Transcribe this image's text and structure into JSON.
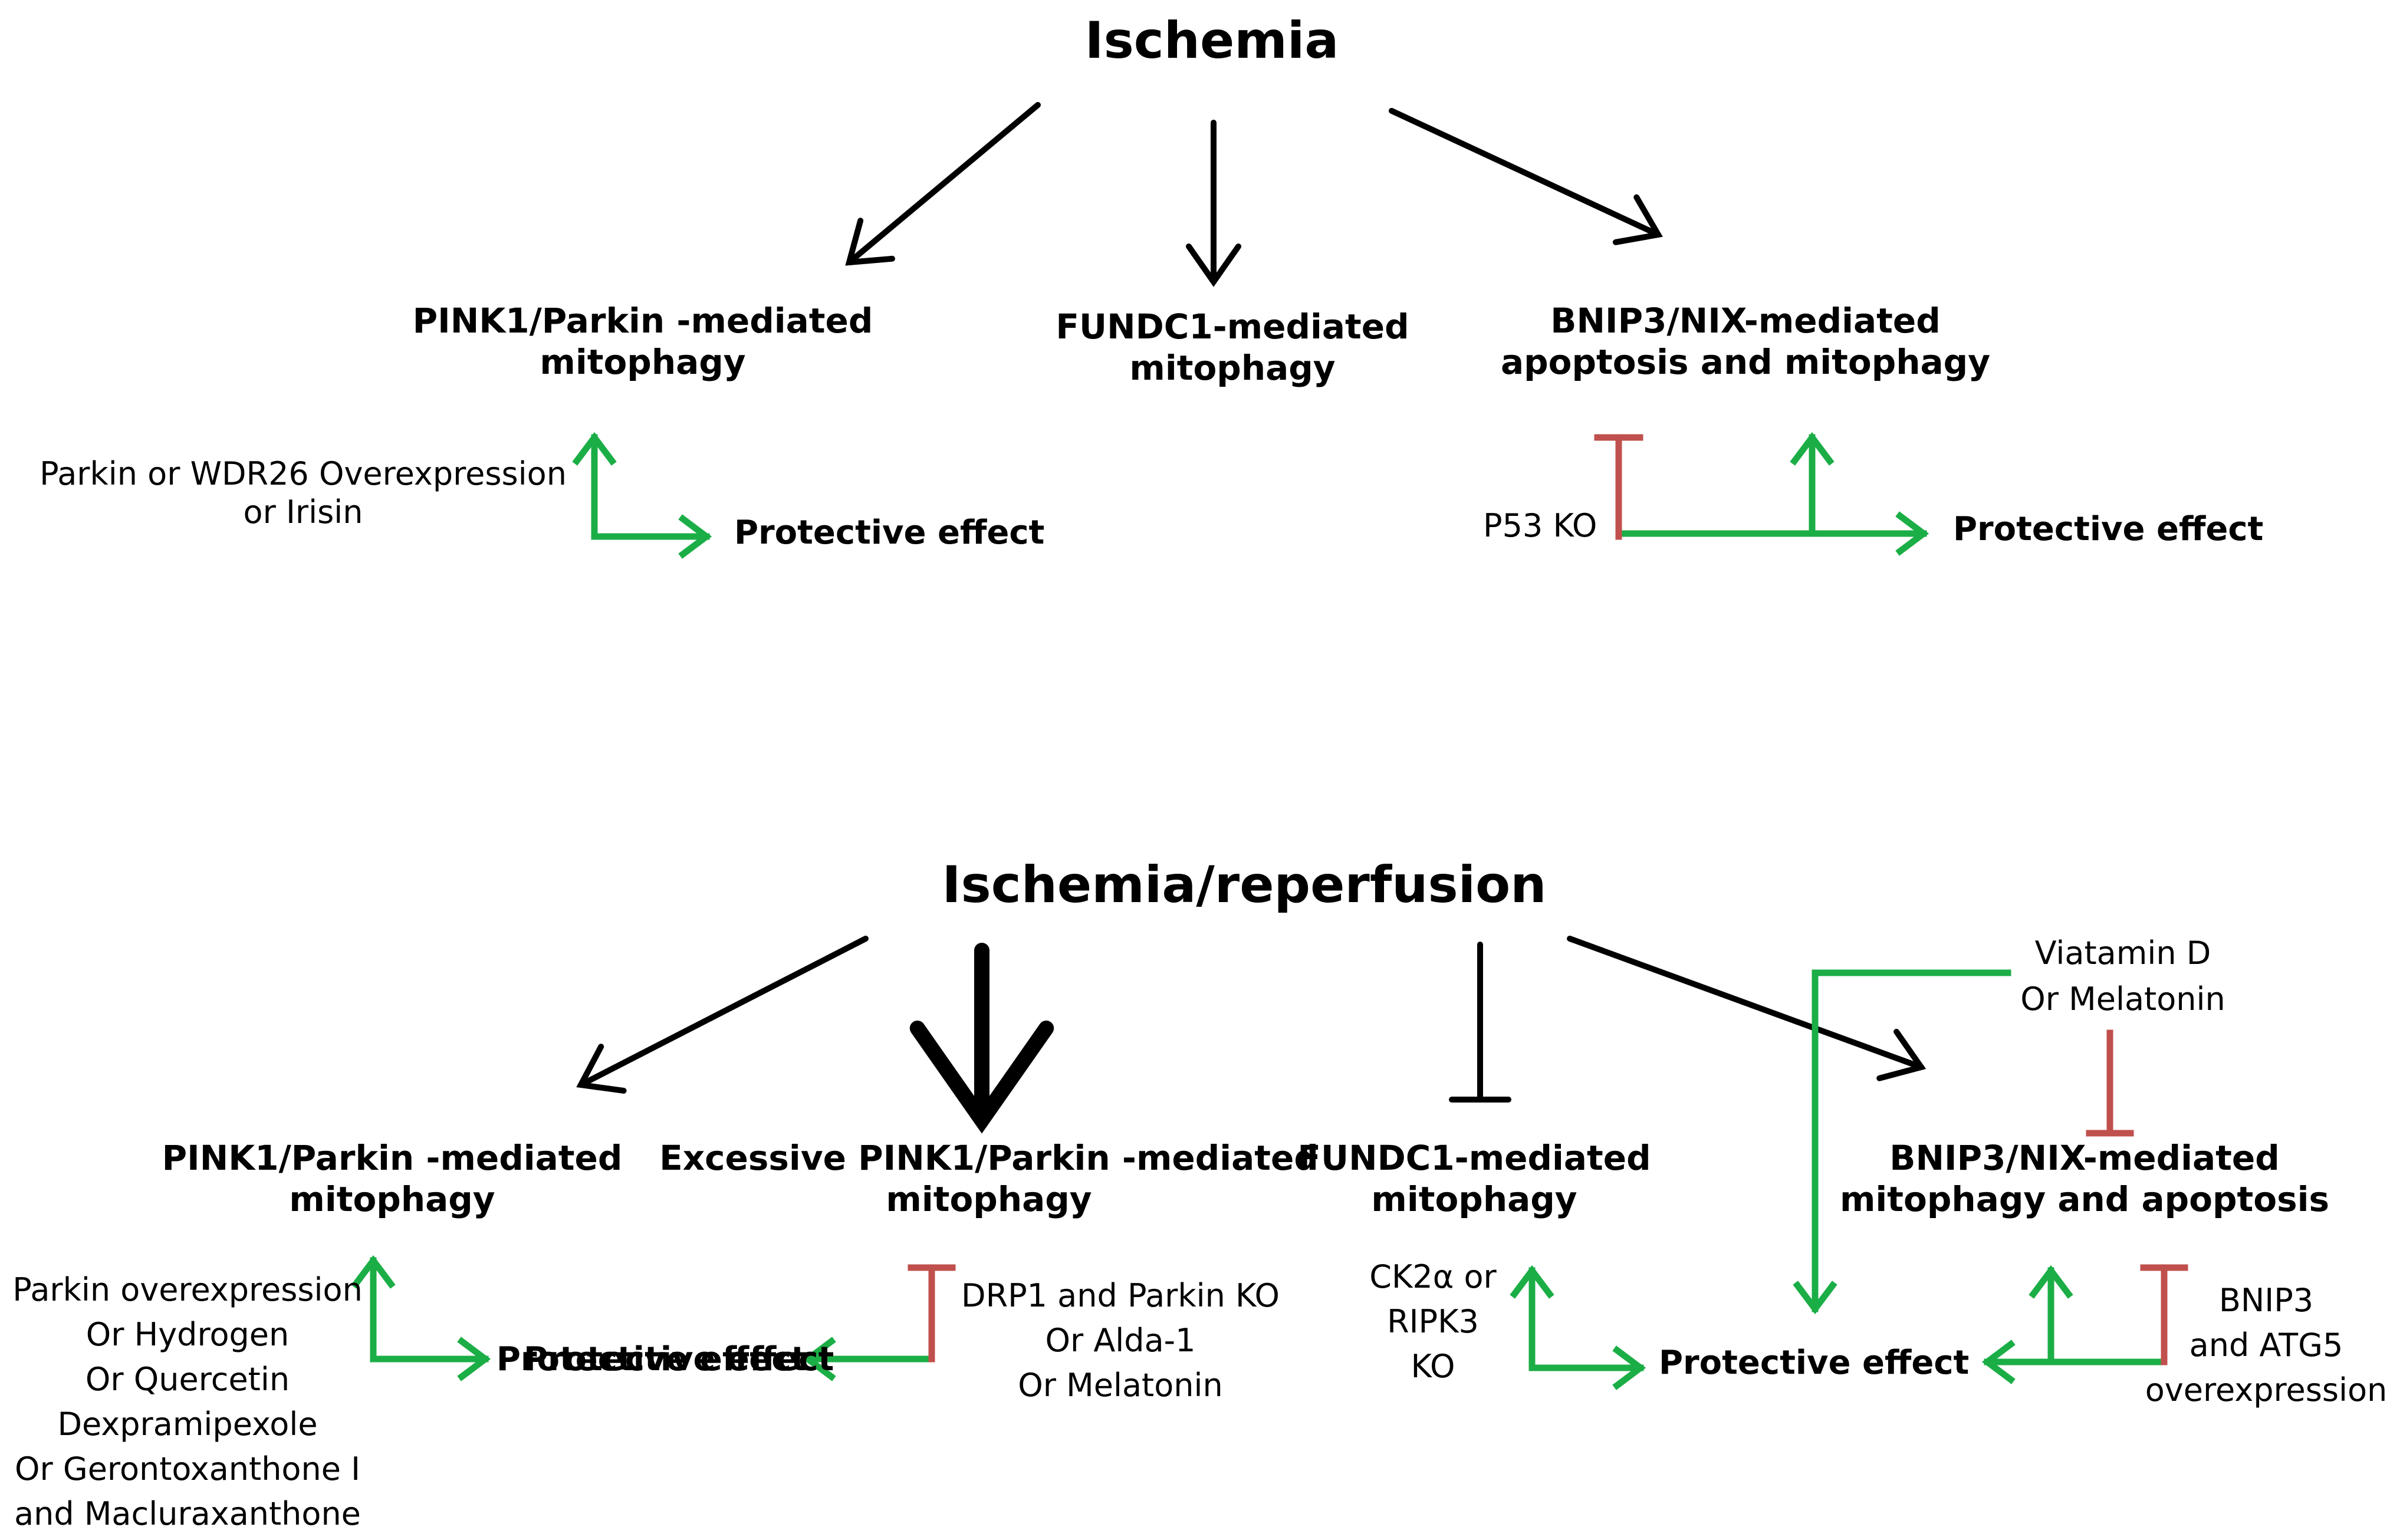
{
  "colors": {
    "activation": "#1BAE46",
    "inhibition": "#C0504D",
    "causal": "#000000"
  },
  "ischemia": {
    "title": "Ischemia",
    "pink1": "PINK1/Parkin -mediated\nmitophagy",
    "fundc1": "FUNDC1-mediated\nmitophagy",
    "bnip3": "BNIP3/NIX-mediated\napoptosis and mitophagy",
    "pink1_mod": "Parkin or WDR26 Overexpression\nor Irisin",
    "pink1_effect": "Protective effect",
    "bnip3_mod": "P53 KO",
    "bnip3_effect": "Protective effect"
  },
  "ir": {
    "title": "Ischemia/reperfusion",
    "pink1": "PINK1/Parkin -mediated\nmitophagy",
    "excessive": "Excessive PINK1/Parkin -mediated\nmitophagy",
    "fundc1": "FUNDC1-mediated\nmitophagy",
    "bnip3": "BNIP3/NIX-mediated\nmitophagy and apoptosis",
    "pink1_mod": "Parkin overexpression\nOr Hydrogen\nOr Quercetin\nDexpramipexole\nOr Gerontoxanthone I\nand Macluraxanthone",
    "pink1_effect": "Protective effect",
    "excessive_mod": "DRP1 and Parkin KO\nOr Alda-1\nOr Melatonin",
    "excessive_effect": "Protective effect",
    "fundc1_mod": "CK2α or\nRIPK3\nKO",
    "fundc1_effect": "Protective effect",
    "vitd_mod": "Viatamin D\nOr Melatonin",
    "bnip3_mod": "BNIP3\nand ATG5\noverexpression"
  }
}
